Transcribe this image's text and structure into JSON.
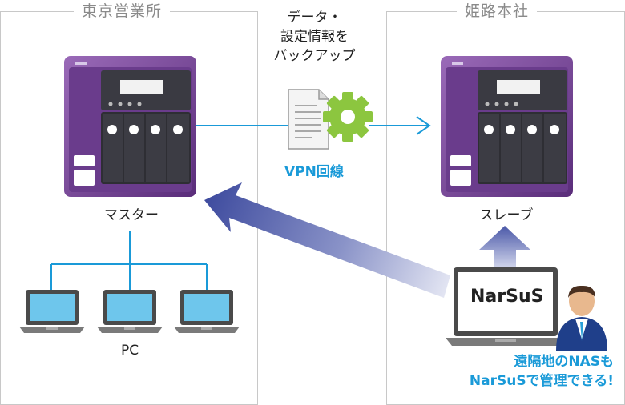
{
  "left_panel": {
    "title": "東京営業所"
  },
  "right_panel": {
    "title": "姫路本社"
  },
  "master_label": "マスター",
  "slave_label": "スレーブ",
  "pc_label": "PC",
  "backup_label": "データ・\n設定情報を\nバックアップ",
  "vpn_label": "VPN回線",
  "narsus_logo": "NarSuS",
  "message_line1": "遠隔地のNASも",
  "message_line2": "NarSuSで管理できる!",
  "colors": {
    "nas_purple": "#7a4a9c",
    "accent_blue": "#1a9ad8",
    "arrow_blue": "#4a5aa8"
  },
  "icons": [
    "nas-device-icon",
    "laptop-icon",
    "document-icon",
    "gear-icon",
    "person-icon"
  ]
}
